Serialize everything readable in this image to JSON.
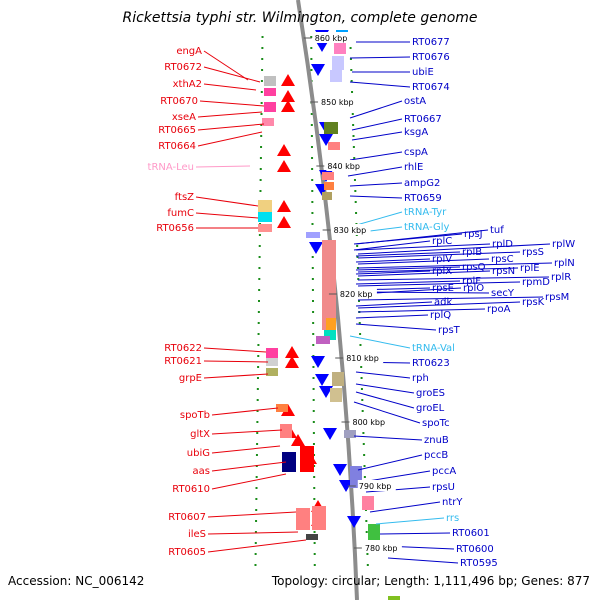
{
  "title": "Rickettsia typhi str. Wilmington, complete genome",
  "footer": {
    "accession": "Accession: NC_006142",
    "summary": "Topology: circular; Length: 1,111,496 bp; Genes: 877"
  },
  "colors": {
    "left_label": "#e8000b",
    "right_label": "#0000c8",
    "trna_left": "#ff99c8",
    "trna_right": "#33bbee",
    "backbone": "#8c8c8c",
    "tick": "#1a8c1a",
    "arrow_left": "#ff0000",
    "arrow_right": "#0000ff",
    "leader_left": "#e8000b",
    "leader_right": "#0000c8"
  },
  "scale_labels": [
    "860 kbp",
    "850 kbp",
    "840 kbp",
    "830 kbp",
    "820 kbp",
    "810 kbp",
    "800 kbp",
    "790 kbp",
    "780 kbp"
  ],
  "left_labels": [
    {
      "text": "engA",
      "kind": "gene"
    },
    {
      "text": "RT0672",
      "kind": "gene"
    },
    {
      "text": "xthA2",
      "kind": "gene"
    },
    {
      "text": "RT0670",
      "kind": "gene"
    },
    {
      "text": "xseA",
      "kind": "gene"
    },
    {
      "text": "RT0665",
      "kind": "gene"
    },
    {
      "text": "RT0664",
      "kind": "gene"
    },
    {
      "text": "tRNA-Leu",
      "kind": "trna"
    },
    {
      "text": "ftsZ",
      "kind": "gene"
    },
    {
      "text": "fumC",
      "kind": "gene"
    },
    {
      "text": "RT0656",
      "kind": "gene"
    },
    {
      "text": "RT0622",
      "kind": "gene"
    },
    {
      "text": "RT0621",
      "kind": "gene"
    },
    {
      "text": "grpE",
      "kind": "gene"
    },
    {
      "text": "spoTb",
      "kind": "gene"
    },
    {
      "text": "gltX",
      "kind": "gene"
    },
    {
      "text": "ubiG",
      "kind": "gene"
    },
    {
      "text": "aas",
      "kind": "gene"
    },
    {
      "text": "RT0610",
      "kind": "gene"
    },
    {
      "text": "RT0607",
      "kind": "gene"
    },
    {
      "text": "ileS",
      "kind": "gene"
    },
    {
      "text": "RT0605",
      "kind": "gene"
    }
  ],
  "right_labels": [
    {
      "text": "RT0677",
      "kind": "gene"
    },
    {
      "text": "RT0676",
      "kind": "gene"
    },
    {
      "text": "ubiE",
      "kind": "gene"
    },
    {
      "text": "RT0674",
      "kind": "gene"
    },
    {
      "text": "ostA",
      "kind": "gene"
    },
    {
      "text": "RT0667",
      "kind": "gene"
    },
    {
      "text": "ksgA",
      "kind": "gene"
    },
    {
      "text": "cspA",
      "kind": "gene"
    },
    {
      "text": "rhlE",
      "kind": "gene"
    },
    {
      "text": "ampG2",
      "kind": "gene"
    },
    {
      "text": "RT0659",
      "kind": "gene"
    },
    {
      "text": "tRNA-Tyr",
      "kind": "trna"
    },
    {
      "text": "tRNA-Gly",
      "kind": "trna"
    },
    {
      "text": "rpsJ",
      "kind": "gene"
    },
    {
      "text": "tuf",
      "kind": "gene"
    },
    {
      "text": "rplC",
      "kind": "gene"
    },
    {
      "text": "rplD",
      "kind": "gene"
    },
    {
      "text": "rplW",
      "kind": "gene"
    },
    {
      "text": "rplB",
      "kind": "gene"
    },
    {
      "text": "rpsS",
      "kind": "gene"
    },
    {
      "text": "rplV",
      "kind": "gene"
    },
    {
      "text": "rpsC",
      "kind": "gene"
    },
    {
      "text": "rplN",
      "kind": "gene"
    },
    {
      "text": "rpsQ",
      "kind": "gene"
    },
    {
      "text": "rplE",
      "kind": "gene"
    },
    {
      "text": "rplX",
      "kind": "gene"
    },
    {
      "text": "rpsN",
      "kind": "gene"
    },
    {
      "text": "rplR",
      "kind": "gene"
    },
    {
      "text": "rplF",
      "kind": "gene"
    },
    {
      "text": "rpmD",
      "kind": "gene"
    },
    {
      "text": "rpsE",
      "kind": "gene"
    },
    {
      "text": "secY",
      "kind": "gene"
    },
    {
      "text": "rplO",
      "kind": "gene"
    },
    {
      "text": "rpsM",
      "kind": "gene"
    },
    {
      "text": "adk",
      "kind": "gene"
    },
    {
      "text": "rpsK",
      "kind": "gene"
    },
    {
      "text": "rpoA",
      "kind": "gene"
    },
    {
      "text": "rplQ",
      "kind": "gene"
    },
    {
      "text": "rpsT",
      "kind": "gene"
    },
    {
      "text": "tRNA-Val",
      "kind": "trna"
    },
    {
      "text": "RT0623",
      "kind": "gene"
    },
    {
      "text": "rph",
      "kind": "gene"
    },
    {
      "text": "groES",
      "kind": "gene"
    },
    {
      "text": "groEL",
      "kind": "gene"
    },
    {
      "text": "spoTc",
      "kind": "gene"
    },
    {
      "text": "znuB",
      "kind": "gene"
    },
    {
      "text": "pccB",
      "kind": "gene"
    },
    {
      "text": "pccA",
      "kind": "gene"
    },
    {
      "text": "rpsU",
      "kind": "gene"
    },
    {
      "text": "ntrY",
      "kind": "gene"
    },
    {
      "text": "rrs",
      "kind": "trna"
    },
    {
      "text": "RT0601",
      "kind": "gene"
    },
    {
      "text": "RT0600",
      "kind": "gene"
    },
    {
      "text": "RT0595",
      "kind": "gene"
    }
  ]
}
